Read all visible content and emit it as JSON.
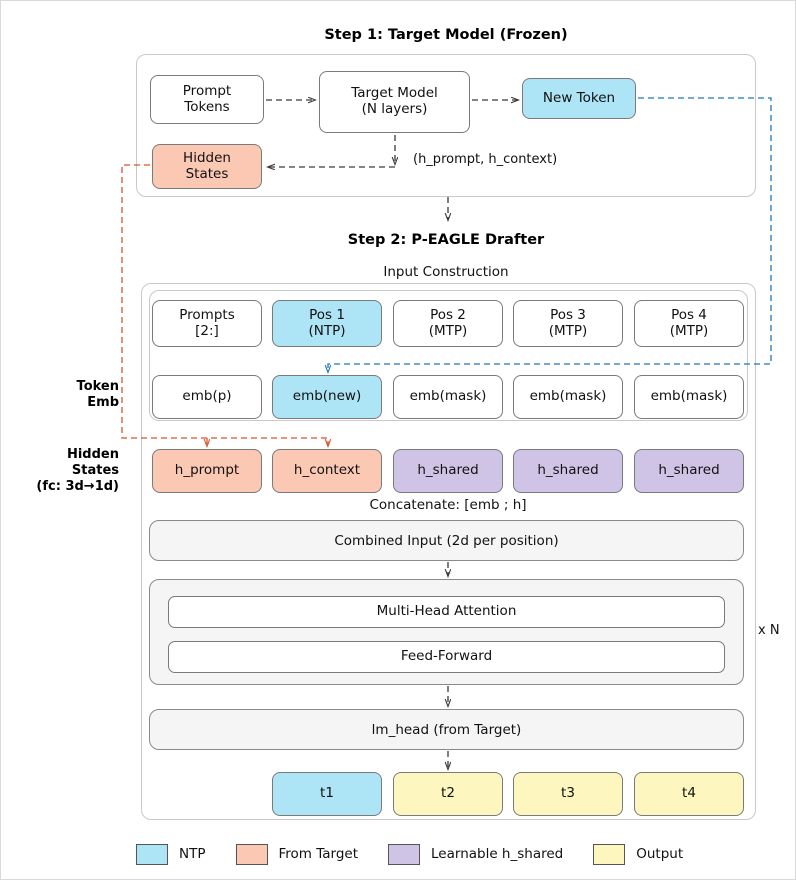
{
  "colors": {
    "ntp_blue": "#ade5f7",
    "from_target_salmon": "#fbc8b4",
    "learnable_purple": "#cfc4e6",
    "output_yellow": "#fdf7bf",
    "panel_grey": "#f5f5f5",
    "border_grey": "#7a7a7a",
    "wire_dark": "#3a3a3a",
    "wire_blue": "#1f78b4",
    "wire_red": "#d9542b"
  },
  "step1": {
    "title": "Step 1: Target Model (Frozen)",
    "nodes": {
      "prompt_tokens": "Prompt\nTokens",
      "target_model": "Target Model\n(N layers)",
      "new_token": "New Token",
      "hidden_states": "Hidden\nStates"
    },
    "edge_label": "(h_prompt, h_context)"
  },
  "step2": {
    "title": "Step 2: P-EAGLE Drafter",
    "subtitle": "Input Construction",
    "row_labels": {
      "token_emb": "Token\nEmb",
      "hidden_states": "Hidden\nStates\n(fc: 3d→1d)"
    },
    "positions_row": [
      "Prompts\n[2:]",
      "Pos 1\n(NTP)",
      "Pos 2\n(MTP)",
      "Pos 3\n(MTP)",
      "Pos 4\n(MTP)"
    ],
    "emb_row": [
      "emb(p)",
      "emb(new)",
      "emb(mask)",
      "emb(mask)",
      "emb(mask)"
    ],
    "hidden_row": [
      "h_prompt",
      "h_context",
      "h_shared",
      "h_shared",
      "h_shared"
    ],
    "concat_label": "Concatenate: [emb ; h]",
    "combined_input": "Combined Input (2d per position)",
    "transformer": {
      "attention": "Multi-Head Attention",
      "feed_forward": "Feed-Forward",
      "repeat_label": "x N"
    },
    "lm_head": "lm_head (from Target)",
    "output_row": [
      "t1",
      "t2",
      "t3",
      "t4"
    ]
  },
  "legend": [
    {
      "label": "NTP",
      "color": "#ade5f7"
    },
    {
      "label": "From Target",
      "color": "#fbc8b4"
    },
    {
      "label": "Learnable h_shared",
      "color": "#cfc4e6"
    },
    {
      "label": "Output",
      "color": "#fdf7bf"
    }
  ]
}
